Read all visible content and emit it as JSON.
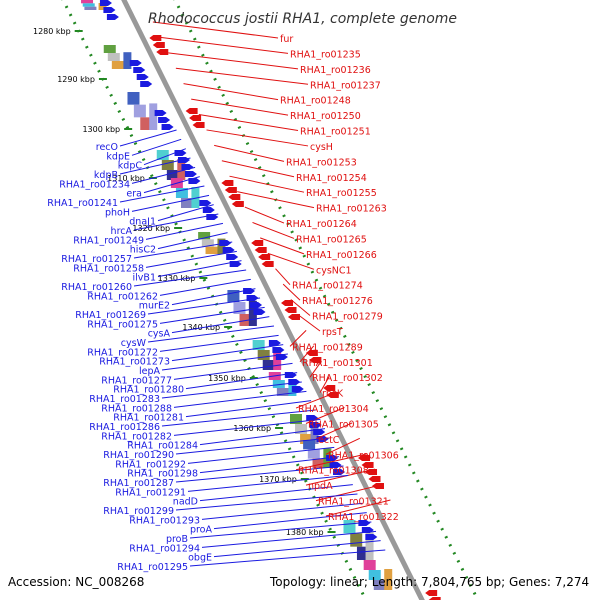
{
  "title": "Rhodococcus jostii RHA1, complete genome",
  "footer": {
    "accession": "Accession: NC_008268",
    "summary": "Topology: linear; Length: 7,804,765 bp; Genes: 7,274"
  },
  "colors": {
    "top_strand": "#e01010",
    "bottom_strand": "#1a1ae0",
    "backbone": "#999999",
    "scale_tick": "#228822",
    "title": "#333333"
  },
  "scale_ticks": [
    "1280 kbp",
    "1290 kbp",
    "1300 kbp",
    "1310 kbp",
    "1320 kbp",
    "1330 kbp",
    "1340 kbp",
    "1350 kbp",
    "1360 kbp",
    "1370 kbp",
    "1380 kbp"
  ],
  "top_strand_genes": [
    "fur",
    "RHA1_ro01235",
    "RHA1_ro01236",
    "RHA1_ro01237",
    "RHA1_ro01248",
    "RHA1_ro01250",
    "RHA1_ro01251",
    "cysH",
    "RHA1_ro01253",
    "RHA1_ro01254",
    "RHA1_ro01255",
    "RHA1_ro01263",
    "RHA1_ro01264",
    "RHA1_ro01265",
    "RHA1_ro01266",
    "cysNC1",
    "RHA1_ro01274",
    "RHA1_ro01276",
    "RHA1_ro01279",
    "rpsT",
    "RHA1_ro01289",
    "RHA1_ro01301",
    "RHA1_ro01302",
    "rbsK",
    "RHA1_ro01304",
    "RHA1_ro01305",
    "ectC",
    "RHA1_ro01306",
    "RHA1_ro01308",
    "npdA",
    "RHA1_ro01321",
    "RHA1_ro01322"
  ],
  "bottom_strand_genes": [
    "recO",
    "kdpE",
    "kdpC",
    "kdpB",
    "RHA1_ro01234",
    "era",
    "RHA1_ro01241",
    "phoH",
    "dnaJ1",
    "hrcA",
    "RHA1_ro01249",
    "hisC2",
    "RHA1_ro01257",
    "RHA1_ro01258",
    "ilvB1",
    "RHA1_ro01260",
    "RHA1_ro01262",
    "murE2",
    "RHA1_ro01269",
    "RHA1_ro01275",
    "cysA",
    "cysW",
    "RHA1_ro01272",
    "RHA1_ro01273",
    "lepA",
    "RHA1_ro01277",
    "RHA1_ro01280",
    "RHA1_ro01283",
    "RHA1_ro01288",
    "RHA1_ro01281",
    "RHA1_ro01286",
    "RHA1_ro01282",
    "RHA1_ro01284",
    "RHA1_ro01290",
    "RHA1_ro01292",
    "RHA1_ro01298",
    "RHA1_ro01287",
    "RHA1_ro01291",
    "nadD",
    "RHA1_ro01299",
    "RHA1_ro01293",
    "proA",
    "proB",
    "RHA1_ro01294",
    "obgE",
    "RHA1_ro01295"
  ]
}
